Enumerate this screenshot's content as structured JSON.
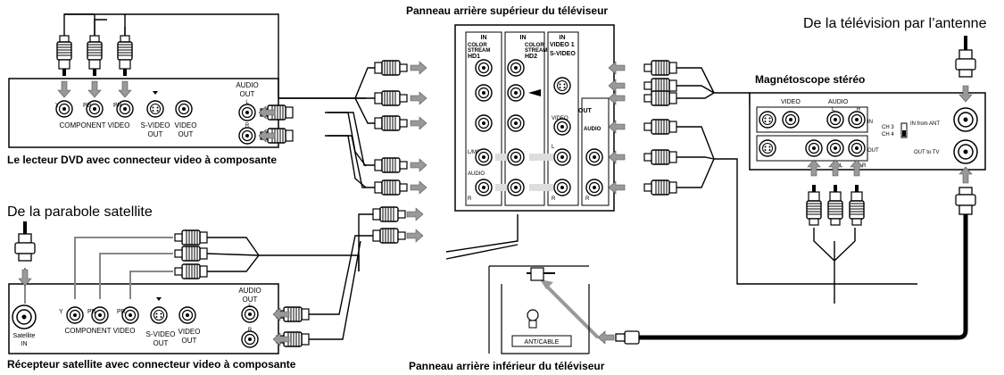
{
  "captions": {
    "tv_top_title": "Panneau arrière supérieur du téléviseur",
    "antenna_source": "De la télévision par l’antenne",
    "vcr_title": "Magnétoscope stéréo",
    "dvd_title": "Le lecteur DVD avec connecteur video à composante",
    "dish_source": "De la parabole satellite",
    "satellite_title": "Récepteur satellite avec connecteur video à composante",
    "tv_bottom_title": "Panneau arrière inférieur du téléviseur"
  },
  "dvd_labels": {
    "audio": "AUDIO",
    "out": "OUT",
    "y": "Y",
    "pb": "PB",
    "pr": "PR",
    "component_video": "COMPONENT VIDEO",
    "svideo": "S-VIDEO",
    "svideo_out": "OUT",
    "video": "VIDEO",
    "video_out": "OUT",
    "l": "L",
    "r": "R"
  },
  "satellite_labels": {
    "satellite": "Satellite",
    "in": "IN",
    "y": "Y",
    "pb": "PB",
    "pr": "PR",
    "component_video": "COMPONENT VIDEO",
    "svideo": "S-VIDEO",
    "svideo_out": "OUT",
    "video": "VIDEO",
    "video_out": "OUT",
    "audio": "AUDIO",
    "out": "OUT",
    "l": "L",
    "r": "R"
  },
  "tv_labels": {
    "in1": "IN",
    "in2": "IN",
    "in3": "IN",
    "color1": "COLOR",
    "stream1": "STREAM",
    "hd1": "HD1",
    "color2": "COLOR",
    "stream2": "STREAM",
    "hd2": "HD2",
    "video1": "VIDEO 1",
    "svideo": "S-VIDEO",
    "video": "VIDEO",
    "out": "OUT",
    "audio_out": "AUDIO",
    "lmono": "L/MONO",
    "audio": "AUDIO",
    "l": "L",
    "r": "R",
    "r2": "R",
    "r3": "R"
  },
  "vcr_labels": {
    "video": "VIDEO",
    "audio": "AUDIO",
    "l": "L",
    "r": "R",
    "in": "IN",
    "out": "OUT",
    "ch3": "CH 3",
    "ch4": "CH 4",
    "in_from_ant": "IN from ANT",
    "out_to_tv": "OUT to TV",
    "l2": "L",
    "r2": "R"
  },
  "ant_panel": {
    "label": "ANT/CABLE"
  }
}
